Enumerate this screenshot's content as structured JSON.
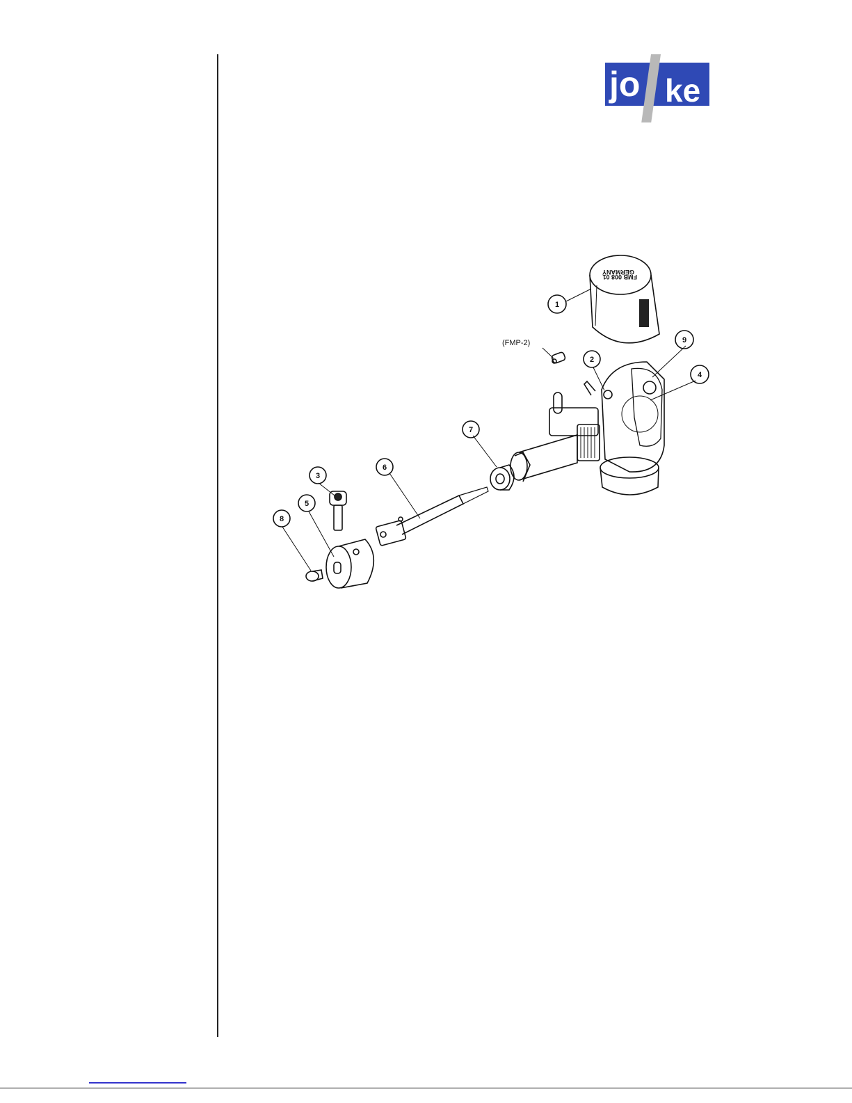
{
  "logo": {
    "text_left": "jo",
    "text_right": "ke",
    "brand_color": "#2f49b5",
    "bar_color": "#b8b8b8"
  },
  "drawing": {
    "callouts": [
      {
        "id": "1",
        "label": "1"
      },
      {
        "id": "2",
        "label": "2"
      },
      {
        "id": "3",
        "label": "3"
      },
      {
        "id": "4",
        "label": "4"
      },
      {
        "id": "5",
        "label": "5"
      },
      {
        "id": "6",
        "label": "6"
      },
      {
        "id": "7",
        "label": "7"
      },
      {
        "id": "8",
        "label": "8"
      },
      {
        "id": "9",
        "label": "9"
      }
    ],
    "reference_label": "(FMP-2)",
    "cap_marking_line1": "FMB 008 01",
    "cap_marking_line2": "GERMANY"
  },
  "colors": {
    "line": "#111111",
    "footer_link": "#3333cc"
  }
}
